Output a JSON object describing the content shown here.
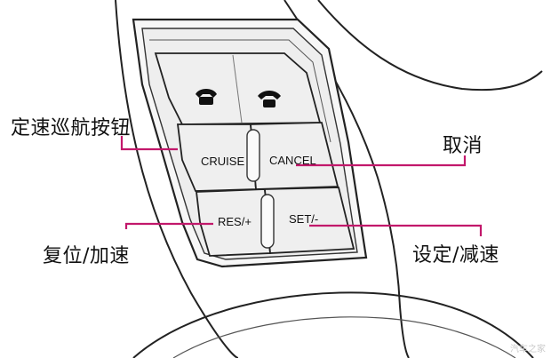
{
  "buttons": {
    "cruise": "CRUISE",
    "cancel": "CANCEL",
    "res": "RES/+",
    "set": "SET/-"
  },
  "callouts": {
    "cruise_button": "定速巡航按钮",
    "cancel": "取消",
    "resume_accelerate": "复位/加速",
    "set_decelerate": "设定/减速"
  },
  "icons": [
    "phone-pickup-icon",
    "phone-hangup-icon"
  ],
  "colors": {
    "leader_line": "#c2186b",
    "outline": "#222222",
    "panel_fill": "#efefef"
  },
  "watermark": "汽车之家"
}
